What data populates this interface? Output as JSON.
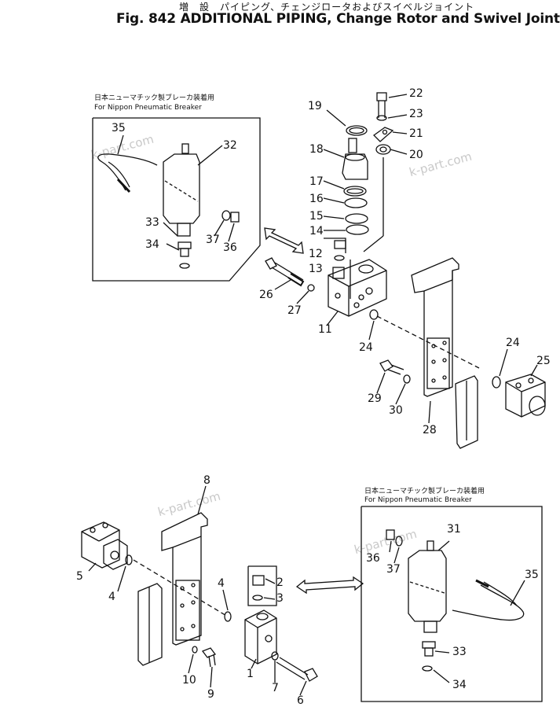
{
  "title_jp": "増　設　パイピング、チェンジロータおよびスイベルジョイント",
  "title_en": "Fig. 842  ADDITIONAL PIPING, Change Rotor and Swivel Joint",
  "inset_top": {
    "caption_jp": "日本ニューマチック製ブレーカ装着用",
    "caption_en": "For Nippon Pneumatic Breaker"
  },
  "inset_bottom": {
    "caption_jp": "日本ニューマチック製ブレーカ装着用",
    "caption_en": "For Nippon Pneumatic Breaker"
  },
  "watermark": "k-part.com",
  "part_labels": {
    "p1": "1",
    "p2": "2",
    "p3": "3",
    "p4a": "4",
    "p4b": "4",
    "p5": "5",
    "p6": "6",
    "p7": "7",
    "p8": "8",
    "p9": "9",
    "p10": "10",
    "p11": "11",
    "p12": "12",
    "p13": "13",
    "p14": "14",
    "p15": "15",
    "p16": "16",
    "p17": "17",
    "p18": "18",
    "p19": "19",
    "p20": "20",
    "p21": "21",
    "p22": "22",
    "p23": "23",
    "p24a": "24",
    "p24b": "24",
    "p25": "25",
    "p26": "26",
    "p27": "27",
    "p28": "28",
    "p29": "29",
    "p30": "30",
    "p31": "31",
    "p32": "32",
    "p33a": "33",
    "p33b": "33",
    "p34a": "34",
    "p34b": "34",
    "p35a": "35",
    "p35b": "35",
    "p36a": "36",
    "p36b": "36",
    "p37a": "37",
    "p37b": "37"
  }
}
